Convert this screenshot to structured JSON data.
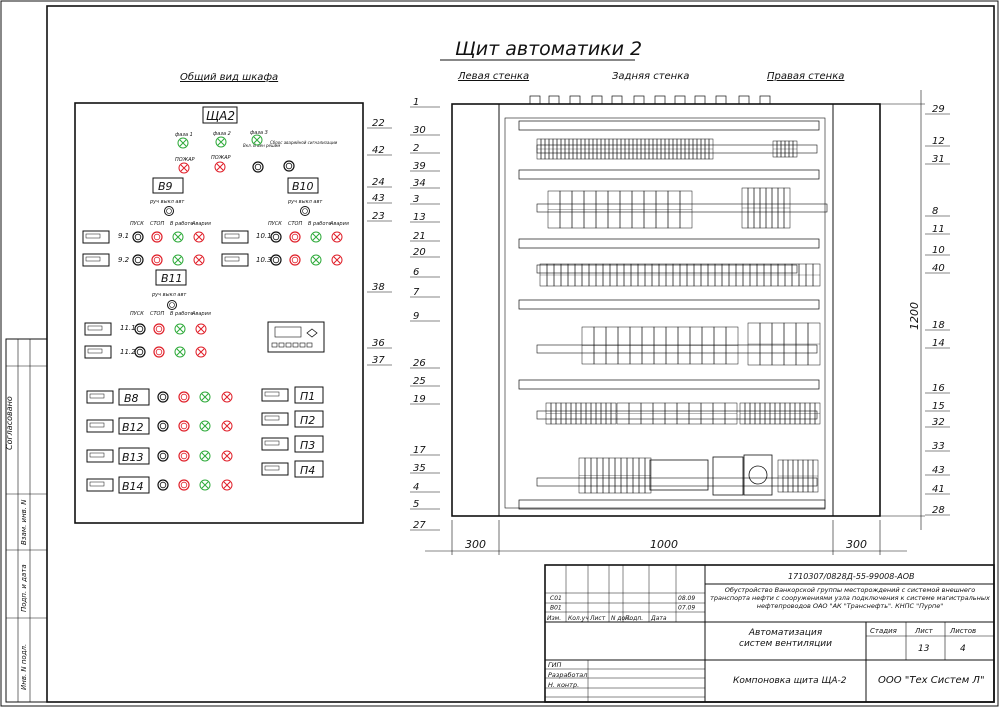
{
  "title": "Щит автоматики 2",
  "views": {
    "general": "Общий вид шкафа",
    "left": "Левая стенка",
    "back": "Задняя стенка",
    "right": "Правая стенка"
  },
  "cabinet": {
    "header": "ЩА2",
    "phases": [
      "фаза 1",
      "фаза 2",
      "фаза 3"
    ],
    "alarm_labels": [
      "ПОЖАР",
      "ПОЖАР",
      "Вкл. В вен решим",
      "Сброс аварийной сигнализации"
    ],
    "blocks": [
      {
        "id": "B9",
        "label": "В9",
        "switch": "руч выкл авт"
      },
      {
        "id": "B10",
        "label": "В10",
        "switch": "руч выкл авт"
      },
      {
        "id": "B11",
        "label": "В11",
        "switch": "руч выкл авт"
      }
    ],
    "status_row": [
      "ПУСК",
      "СТОП",
      "В работе",
      "Авария"
    ],
    "units": [
      "9.1",
      "9.2",
      "10.1",
      "10.3",
      "11.1",
      "11.2"
    ],
    "bottom_left": [
      "В8",
      "В12",
      "В13",
      "В14"
    ],
    "bottom_right": [
      "П1",
      "П2",
      "П3",
      "П4"
    ]
  },
  "callouts_left": [
    "1",
    "30",
    "2",
    "39",
    "34",
    "3",
    "13",
    "21",
    "20",
    "6",
    "7",
    "9",
    "26",
    "25",
    "19",
    "17",
    "35",
    "4",
    "5",
    "27"
  ],
  "callouts_right": [
    "29",
    "12",
    "31",
    "8",
    "11",
    "10",
    "40",
    "18",
    "14",
    "16",
    "15",
    "32",
    "33",
    "43",
    "41",
    "28"
  ],
  "callouts_mid": [
    "22",
    "42",
    "24",
    "23",
    "43",
    "38",
    "36",
    "37"
  ],
  "dimensions": {
    "left": "300",
    "center": "1000",
    "right": "300",
    "height": "1200"
  },
  "stamp": {
    "doc_code": "1710307/0828Д-55-99008-АОВ",
    "rev_rows": [
      {
        "code": "С01",
        "date": "08.09"
      },
      {
        "code": "В01",
        "date": "07.09"
      }
    ],
    "col_headers": [
      "Изм.",
      "Кол.уч",
      "Лист",
      "N док.",
      "Подп.",
      "Дата"
    ],
    "project": "Обустройство Ванкорской группы месторождений с системой внешнего транспорта нефти с сооружениями узла подключения к системе магистральных нефтепроводов ОАО \"АК \"Транснефть\". КНПС \"Пурпе\"",
    "section": "Автоматизация систем вентиляции",
    "stage_headers": [
      "Стадия",
      "Лист",
      "Листов"
    ],
    "sheet": "13",
    "sheets": "4",
    "role_rows": [
      "ГИП",
      "Разработал",
      "Н. контр."
    ],
    "drawing_name": "Компоновка щита ЩА-2",
    "company": "ООО \"Тех Систем Л\""
  },
  "side_stamp": [
    "Согласовано",
    "Взам. инв. N",
    "Подп. и дата",
    "Инв. N подл."
  ]
}
